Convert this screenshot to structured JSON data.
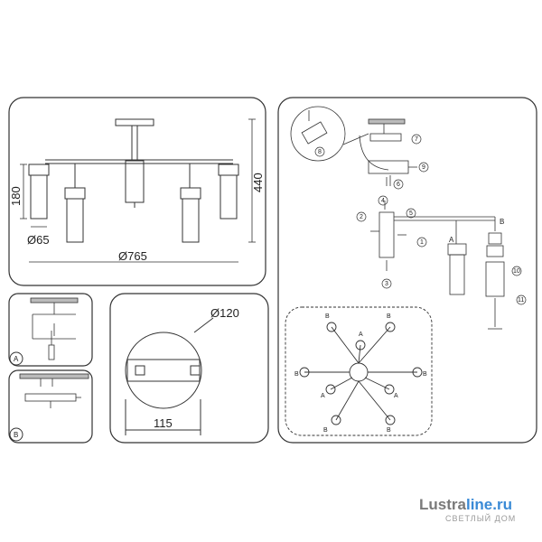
{
  "dimensions": {
    "height_small": "180",
    "height_total": "440",
    "shade_diameter": "Ø65",
    "span_diameter": "Ø765",
    "canopy_diameter": "Ø120",
    "canopy_mount": "115"
  },
  "steps": {
    "a": "A",
    "b": "B"
  },
  "callouts": [
    "1",
    "2",
    "3",
    "4",
    "5",
    "6",
    "7",
    "8",
    "9",
    "10",
    "11"
  ],
  "arm_labels": {
    "a": "A",
    "b": "B"
  },
  "watermark": {
    "brand_part1": "Lustra",
    "brand_part2": "line.ru",
    "tagline": "СВЕТЛЫЙ ДОМ",
    "color1": "#7a7a7a",
    "color2": "#3a8ad6"
  }
}
